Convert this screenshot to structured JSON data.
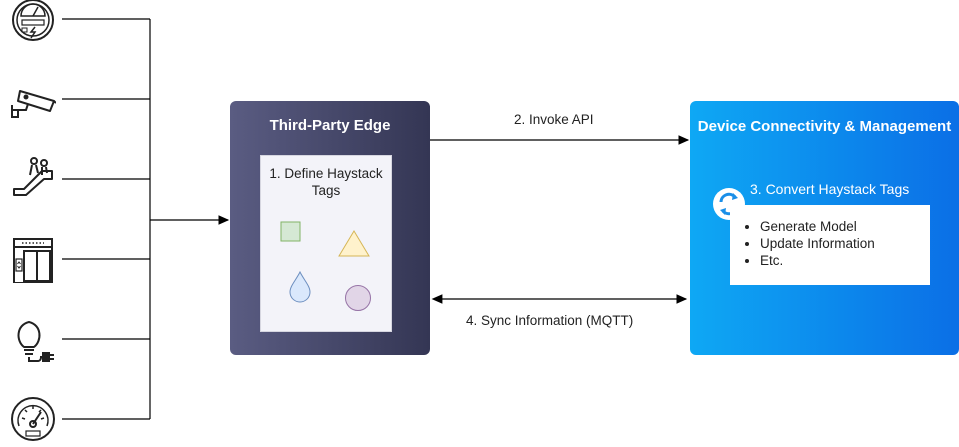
{
  "devices": [
    {
      "icon": "power-meter-icon"
    },
    {
      "icon": "security-camera-icon"
    },
    {
      "icon": "escalator-icon"
    },
    {
      "icon": "elevator-icon"
    },
    {
      "icon": "smart-bulb-icon"
    },
    {
      "icon": "gauge-icon"
    }
  ],
  "edge": {
    "title": "Third-Party Edge",
    "step": "1. Define Haystack Tags",
    "shapes": [
      "green-square-icon",
      "yellow-triangle-icon",
      "blue-drop-icon",
      "purple-circle-icon"
    ]
  },
  "dcm": {
    "title": "Device Connectivity & Management",
    "step": "3. Convert Haystack Tags",
    "items": [
      "Generate Model",
      "Update Information",
      "Etc."
    ]
  },
  "arrows": {
    "invoke": "2. Invoke API",
    "sync": "4. Sync Information (MQTT)"
  },
  "colors": {
    "edge_gradient": [
      "#5a5c82",
      "#343654"
    ],
    "dcm_gradient": [
      "#0ea8f4",
      "#0b6fe6"
    ],
    "square_fill": "#d5e8d4",
    "triangle_fill": "#fff2cc",
    "drop_fill": "#dae8fc",
    "circle_fill": "#e1d5e7"
  }
}
